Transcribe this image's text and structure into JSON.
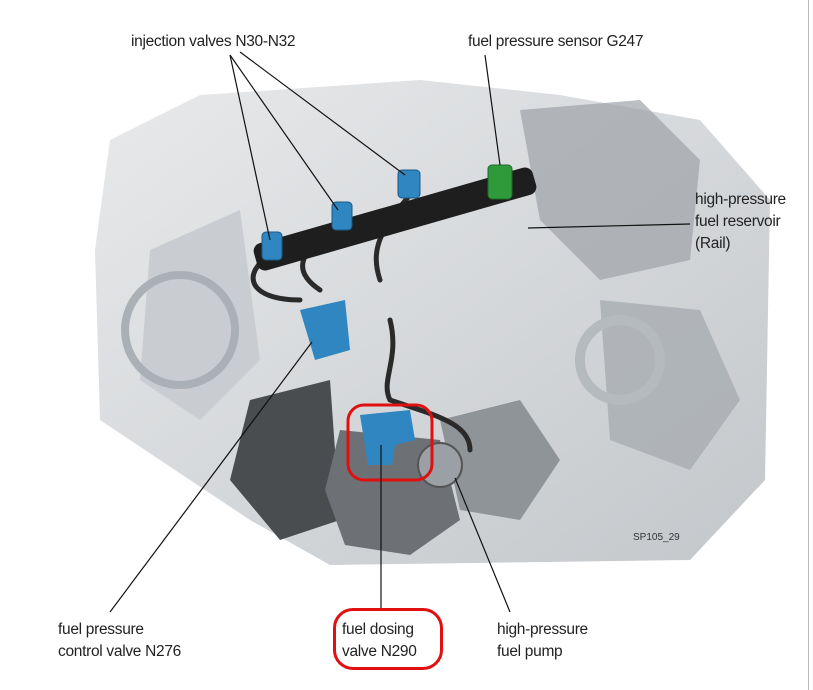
{
  "labels": {
    "injection_valves": "injection valves N30-N32",
    "pressure_sensor": "fuel pressure sensor G247",
    "rail_line1": "high-pressure",
    "rail_line2": "fuel reservoir",
    "rail_line3": "(Rail)",
    "control_valve_line1": "fuel pressure",
    "control_valve_line2": "control valve N276",
    "dosing_valve_line1": "fuel dosing",
    "dosing_valve_line2": "valve N290",
    "pump_line1": "high-pressure",
    "pump_line2": "fuel pump"
  },
  "figure_ref": "SP105_29",
  "colors": {
    "highlight": "#e01010",
    "component_blue": "#2f86c0",
    "sensor_green": "#2e9a3a",
    "rail": "#1e1e1e"
  }
}
